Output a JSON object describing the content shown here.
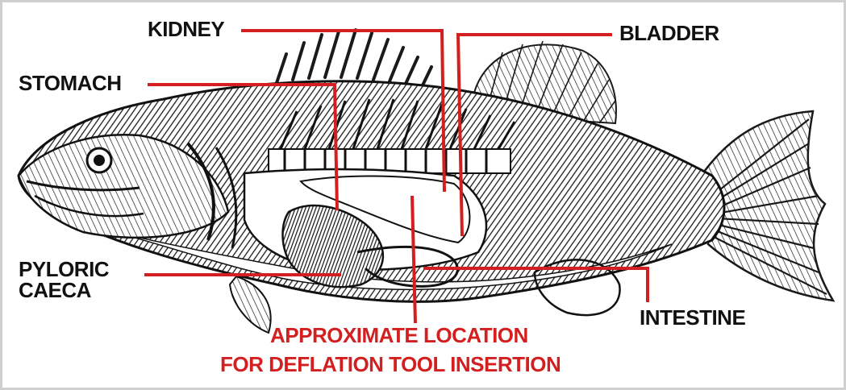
{
  "labels": {
    "kidney": "KIDNEY",
    "bladder": "BLADDER",
    "stomach": "STOMACH",
    "pyloric_line1": "PYLORIC",
    "pyloric_line2": "CAECA",
    "intestine": "INTESTINE",
    "insertion_line1": "APPROXIMATE LOCATION",
    "insertion_line2": "FOR DEFLATION TOOL INSERTION"
  },
  "colors": {
    "leader_line": "#d31f1f",
    "label_text": "#111111",
    "insertion_text": "#d31f1f",
    "fish_ink": "#1a1a1a",
    "background": "#ffffff"
  }
}
